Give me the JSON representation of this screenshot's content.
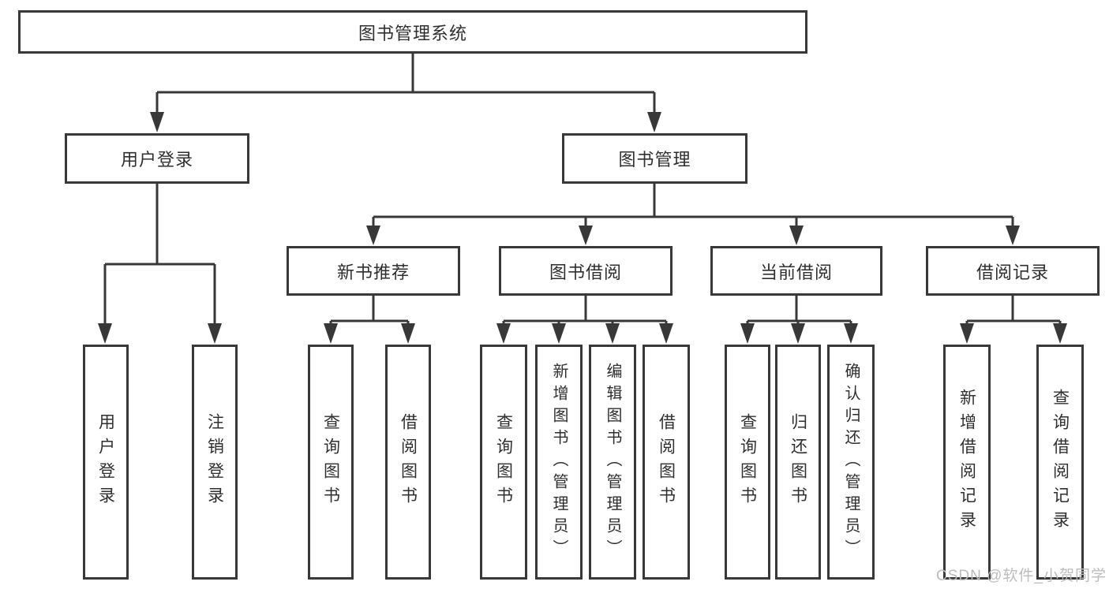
{
  "diagram": {
    "root": {
      "label": "图书管理系统"
    },
    "user_login_branch": {
      "label": "用户登录",
      "children": [
        "用户登录",
        "注销登录"
      ]
    },
    "book_management_branch": {
      "label": "图书管理",
      "children": [
        {
          "label": "新书推荐",
          "children": [
            "查询图书",
            "借阅图书"
          ]
        },
        {
          "label": "图书借阅",
          "children": [
            "查询图书",
            "新增图书（管理员）",
            "编辑图书（管理员）",
            "借阅图书"
          ]
        },
        {
          "label": "当前借阅",
          "children": [
            "查询图书",
            "归还图书",
            "确认归还（管理员）"
          ]
        },
        {
          "label": "借阅记录",
          "children": [
            "新增借阅记录",
            "查询借阅记录"
          ]
        }
      ]
    }
  },
  "watermark": {
    "text": "CSDN @软件_小贺同学"
  },
  "colors": {
    "line": "#383838",
    "text": "#2f2f2f",
    "box_background": "#ffffff",
    "watermark": "#bcbcbc",
    "page_background": "#ffffff"
  }
}
